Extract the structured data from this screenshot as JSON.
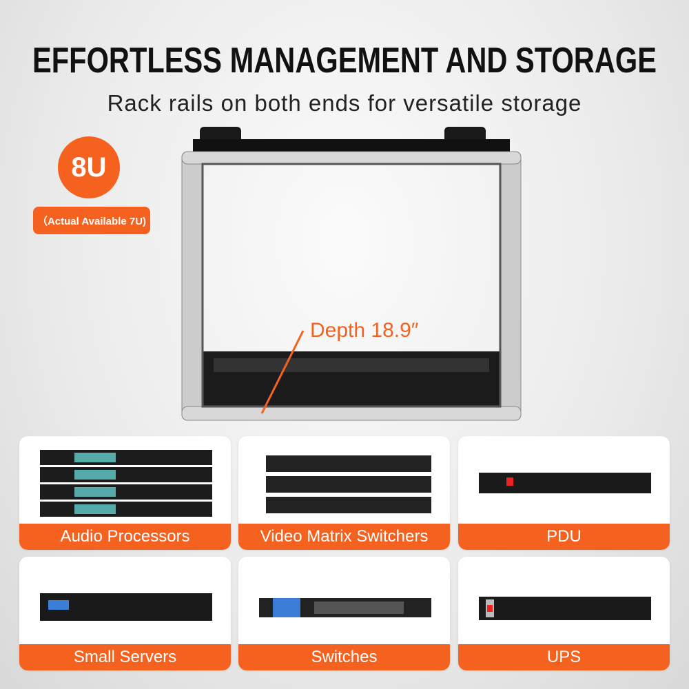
{
  "header": {
    "title": "EFFORTLESS MANAGEMENT AND STORAGE",
    "subtitle": "Rack rails on both ends for versatile storage"
  },
  "badge": {
    "size": "8U",
    "note": "（Actual Available 7U)"
  },
  "rack": {
    "depth_label": "Depth 18.9″"
  },
  "colors": {
    "accent": "#f5621f"
  },
  "cards": [
    {
      "label": "Audio Processors",
      "units": 4
    },
    {
      "label": "Video Matrix Switchers",
      "units": 3
    },
    {
      "label": "PDU",
      "units": 1
    },
    {
      "label": "Small Servers",
      "units": 1
    },
    {
      "label": "Switches",
      "units": 1
    },
    {
      "label": "UPS",
      "units": 1
    }
  ]
}
